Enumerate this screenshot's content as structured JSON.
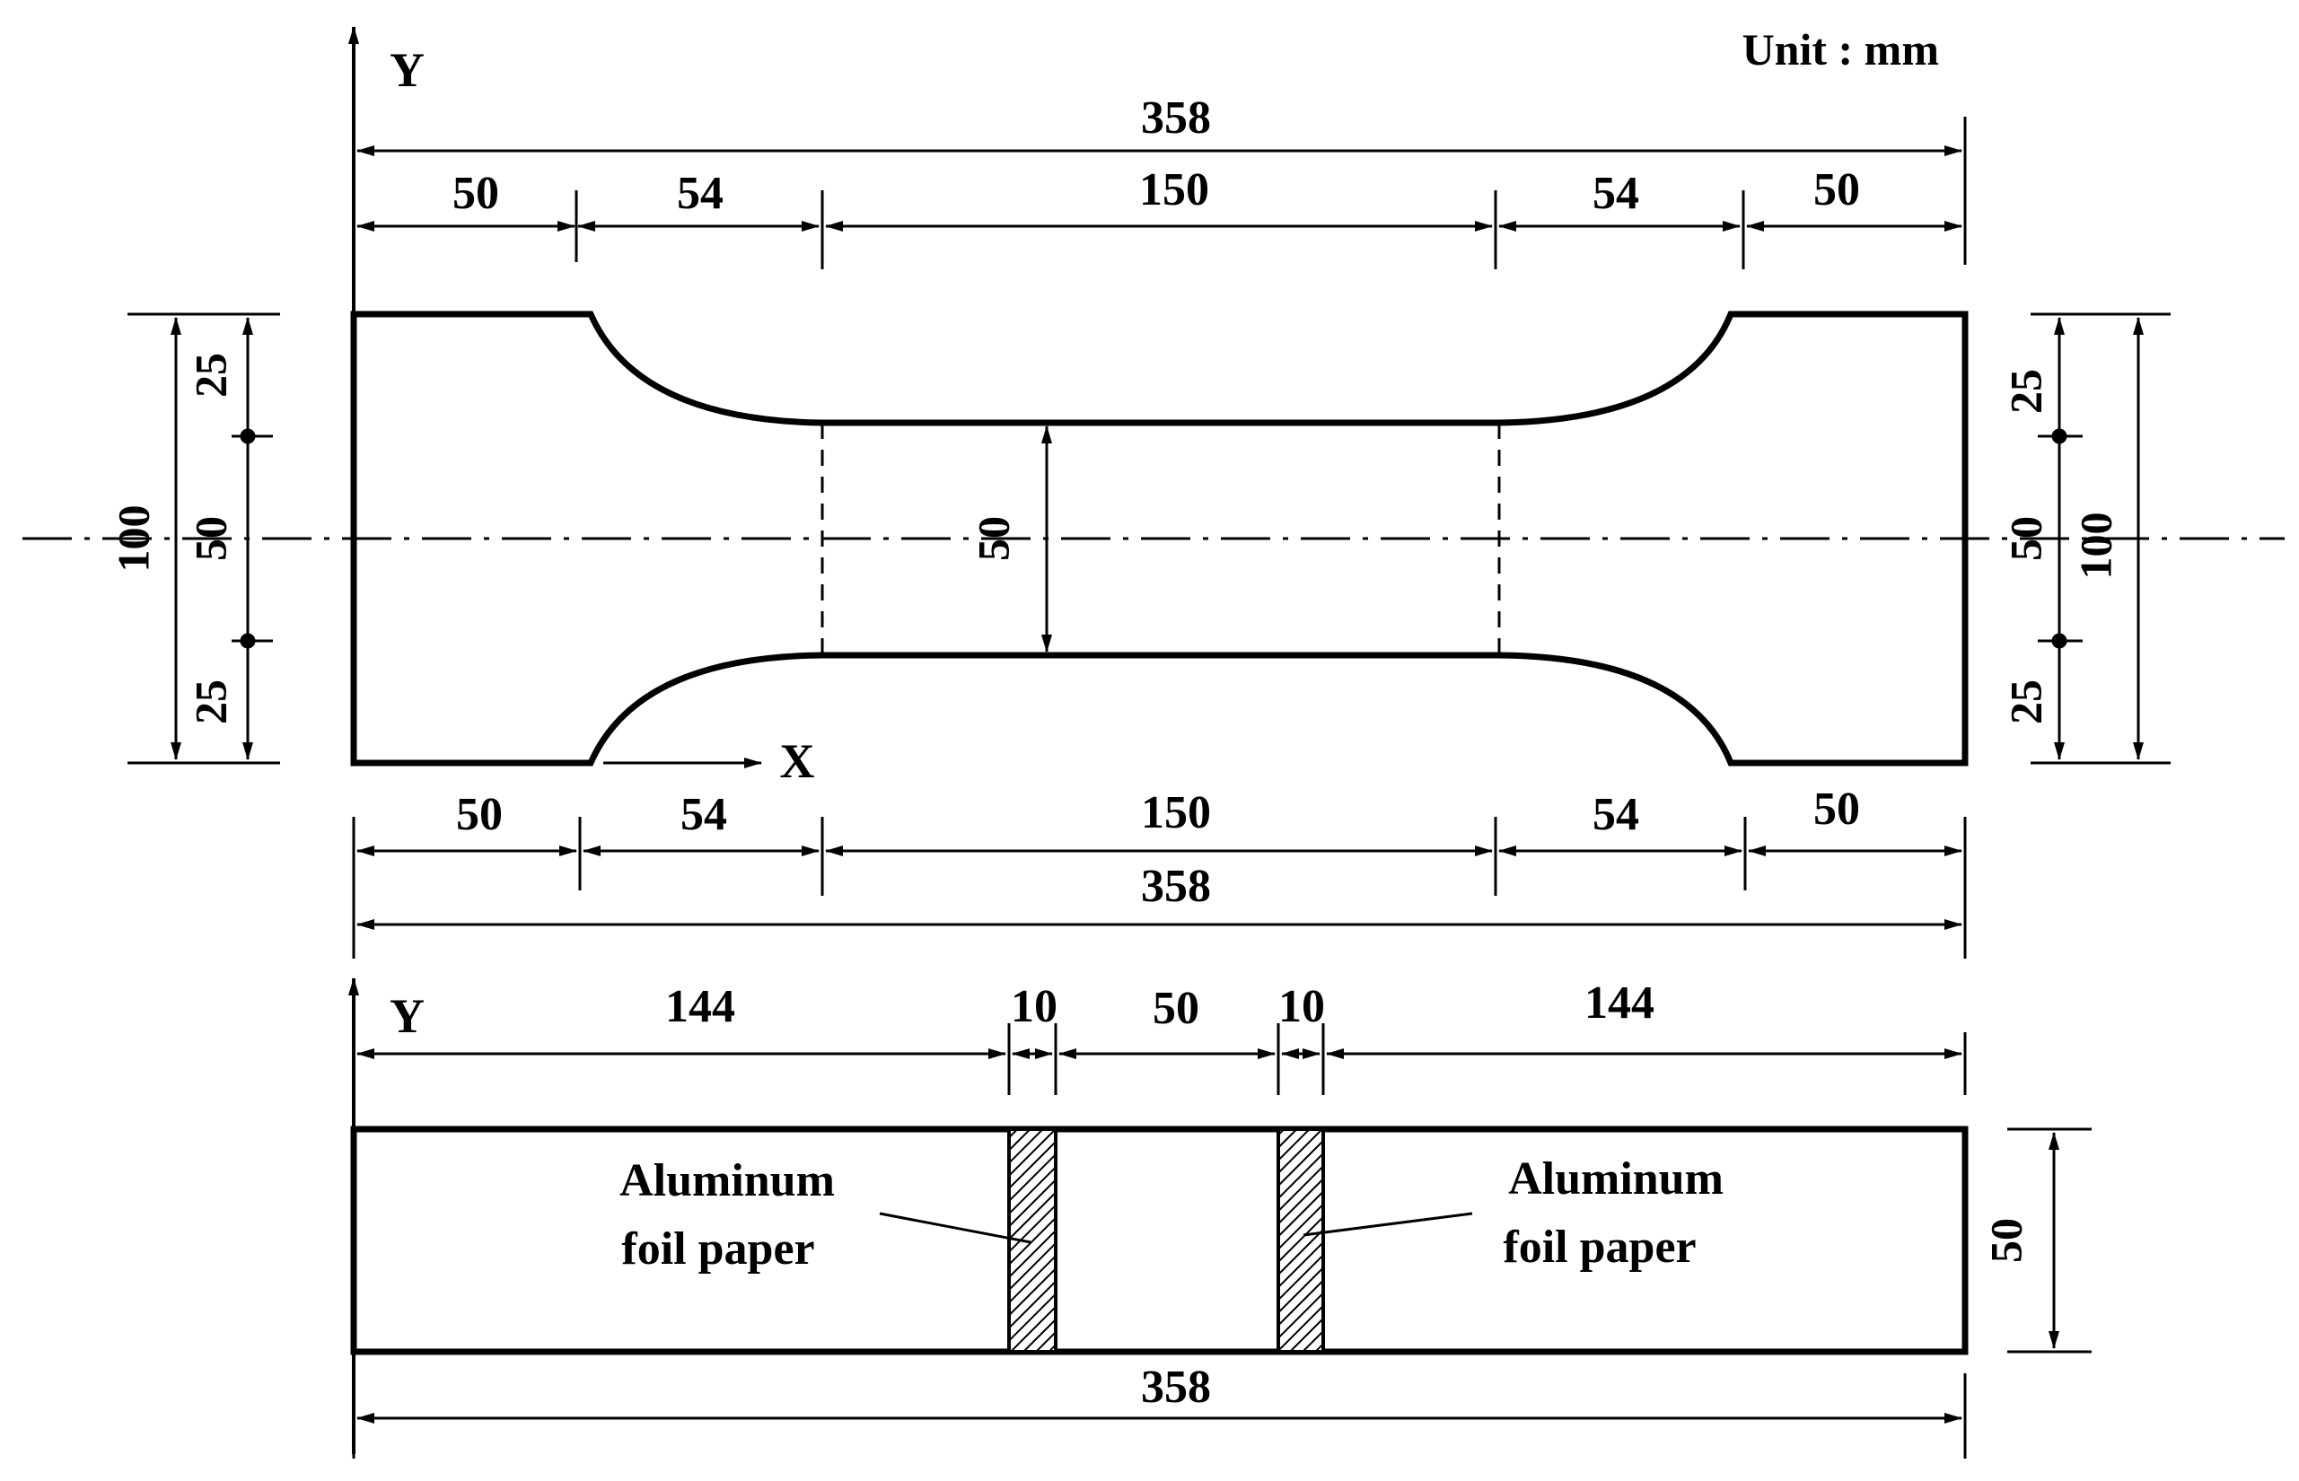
{
  "unit_label": "Unit : mm",
  "top_view": {
    "axis_y": "Y",
    "axis_x": "X",
    "overall_length_top": "358",
    "overall_length_bottom": "358",
    "segments_top": [
      "50",
      "54",
      "150",
      "54",
      "50"
    ],
    "segments_bottom": [
      "50",
      "54",
      "150",
      "54",
      "50"
    ],
    "gauge_width": "50",
    "left_height": {
      "total": "100",
      "upper": "25",
      "middle": "50",
      "lower": "25"
    },
    "right_height": {
      "total": "100",
      "upper": "25",
      "middle": "50",
      "lower": "25"
    }
  },
  "bottom_view": {
    "axis_y": "Y",
    "segments": [
      "144",
      "10",
      "50",
      "10",
      "144"
    ],
    "overall_length": "358",
    "height": "50",
    "foil_label_left": [
      "Aluminum",
      "foil paper"
    ],
    "foil_label_right": [
      "Aluminum",
      "foil paper"
    ]
  }
}
